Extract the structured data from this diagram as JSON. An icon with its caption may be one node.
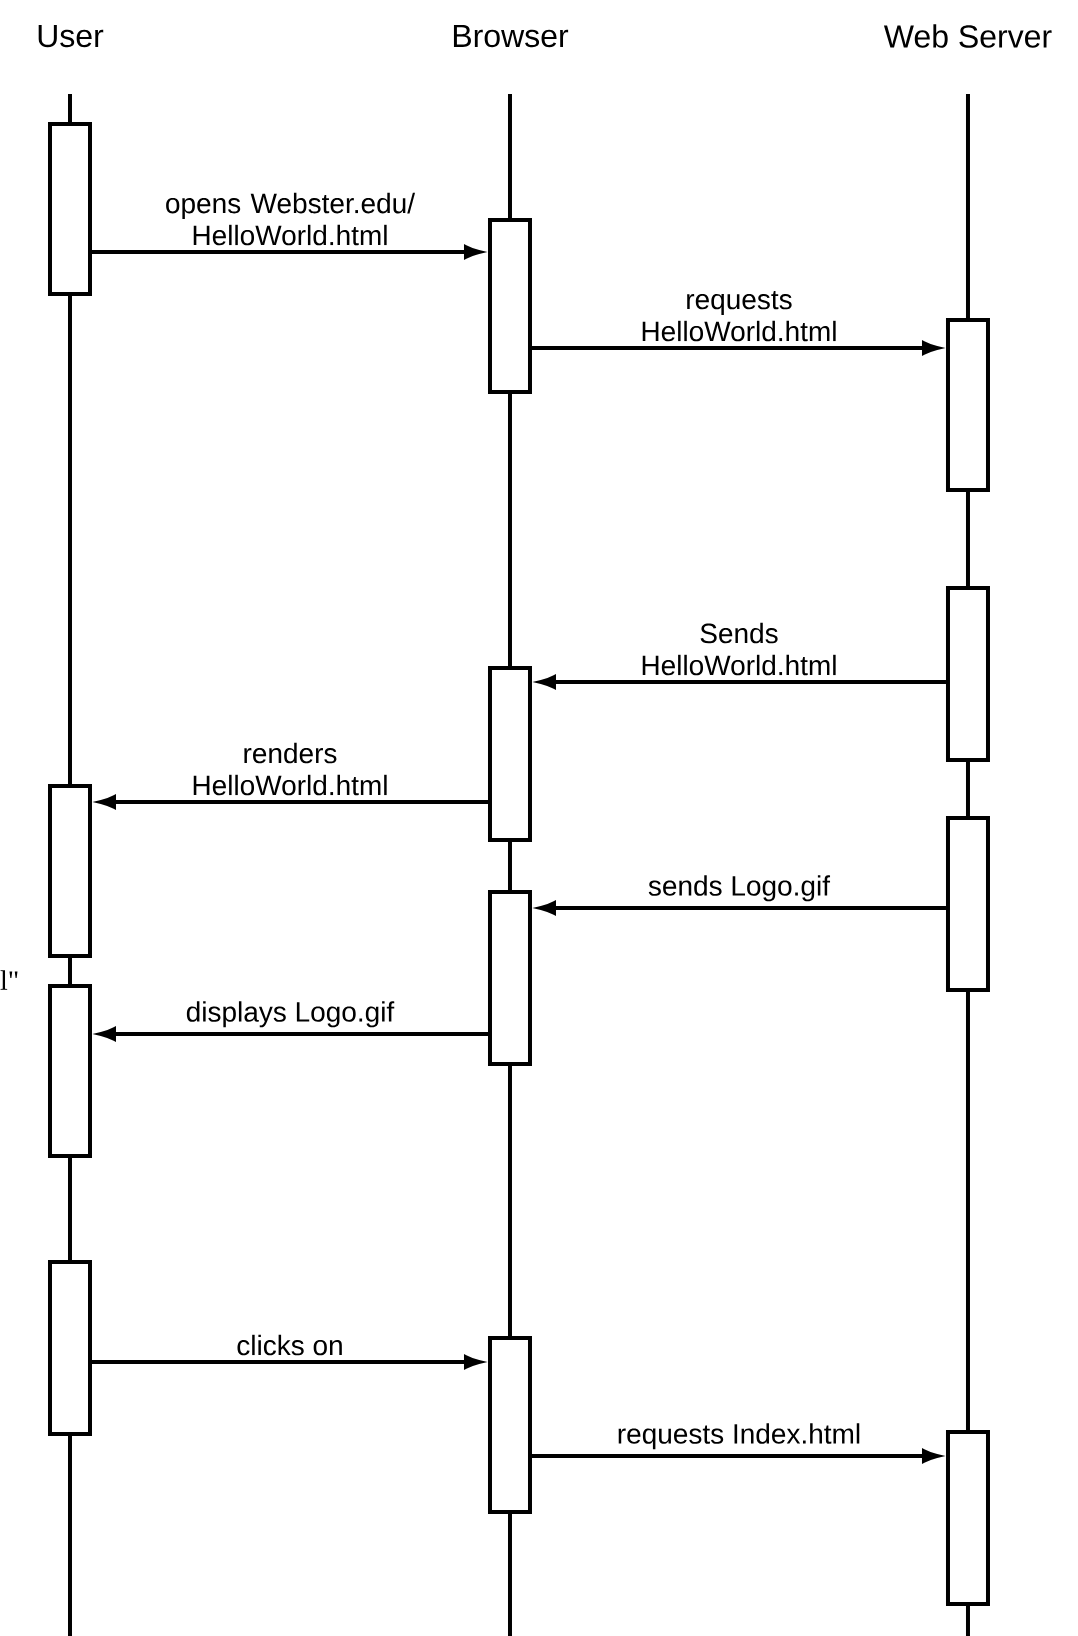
{
  "diagram": {
    "nodes": [
      {
        "text": [],
        "shape": "bar"
      },
      {
        "text": [],
        "shape": "bar"
      },
      {
        "text": [],
        "shape": "bar"
      },
      {
        "text": [],
        "shape": "bar"
      },
      {
        "text": [],
        "shape": "bar"
      },
      {
        "text": [],
        "shape": "bar"
      },
      {
        "text": [],
        "shape": "bar"
      },
      {
        "text": [],
        "shape": "bar"
      },
      {
        "text": [],
        "shape": "bar"
      },
      {
        "text": [],
        "shape": "bar"
      },
      {
        "text": [],
        "shape": "bar"
      },
      {
        "text": [],
        "shape": "bar"
      }
    ],
    "edges": [
      {
        "from": 0,
        "to": 1,
        "arrow": "to",
        "label": "opens Webster.edu/ HelloWorld.html"
      },
      {
        "from": 1,
        "to": 2,
        "arrow": "to",
        "label": "requests HelloWorld.html"
      },
      {
        "from": 3,
        "to": 4,
        "arrow": "to",
        "label": "Sends HelloWorld.html"
      },
      {
        "from": 4,
        "to": 5,
        "arrow": "to",
        "label": "renders HelloWorld.html"
      },
      {
        "from": 6,
        "to": 7,
        "arrow": "to",
        "label": "sends Logo.gif"
      },
      {
        "from": 7,
        "to": 8,
        "arrow": "to",
        "label": "displays Logo.gif"
      },
      {
        "from": 9,
        "to": 10,
        "arrow": "to",
        "label": "clicks on"
      },
      {
        "from": 10,
        "to": 11,
        "arrow": "to",
        "label": "requests Index.html"
      }
    ],
    "labels": [
      "User",
      "Browser",
      "Web Server",
      "l\""
    ]
  }
}
